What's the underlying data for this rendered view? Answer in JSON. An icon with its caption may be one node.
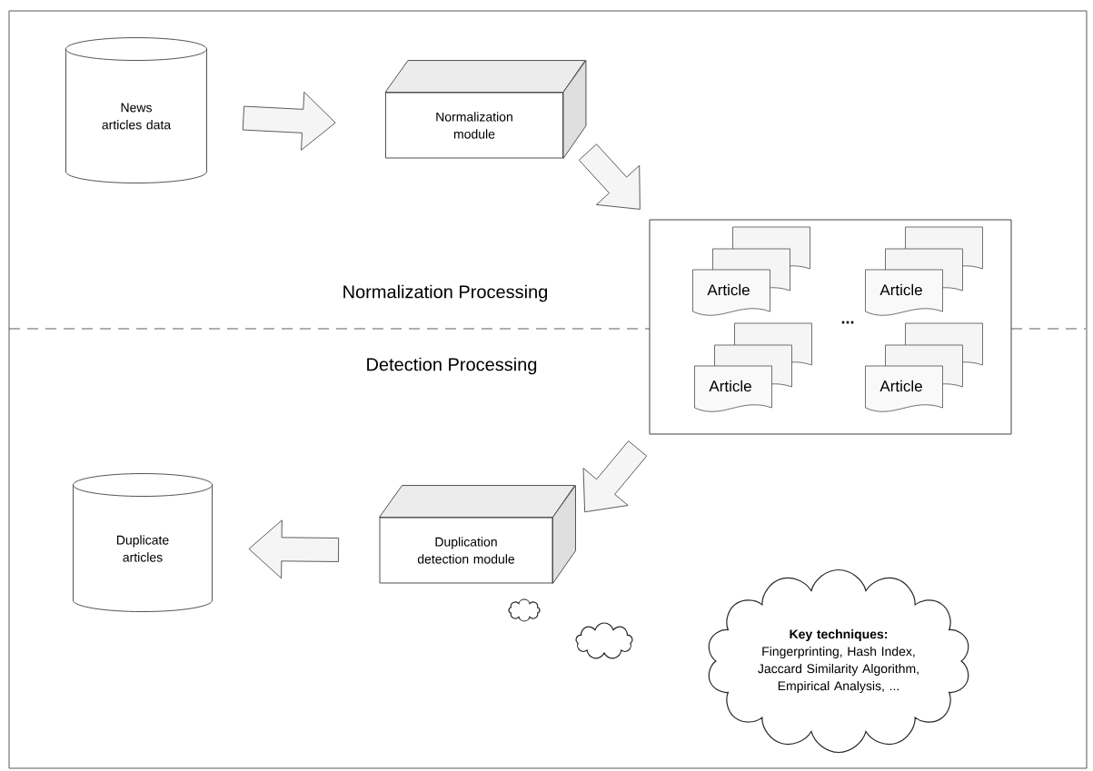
{
  "diagram": {
    "nodes": [
      {
        "text": [
          "News articles data"
        ]
      },
      {
        "text": [
          "Normalization module"
        ]
      },
      {
        "text": [],
        "shape": "box"
      },
      {
        "text": [
          "Article"
        ],
        "in": 2
      },
      {
        "text": [
          "Article"
        ],
        "in": 2
      },
      {
        "text": [
          "Article"
        ],
        "in": 2
      },
      {
        "text": [
          "Article"
        ],
        "in": 2
      },
      {
        "text": [
          "Duplication detection module"
        ]
      },
      {
        "text": [
          "Duplicate articles"
        ]
      },
      {
        "text": [
          "Key techniques:",
          "Fingerprinting, Hash Index, Jaccard Similarity Algorithm, Empirical Analysis, ..."
        ]
      }
    ],
    "edges": [
      {
        "from": 0,
        "to": 1,
        "arrow": "to"
      },
      {
        "from": 1,
        "to": 2,
        "arrow": "to"
      },
      {
        "from": 2,
        "to": 7,
        "arrow": "to"
      },
      {
        "from": 7,
        "to": 8,
        "arrow": "to"
      }
    ],
    "labels": [
      "Normalization Processing",
      "...",
      "Detection Processing"
    ]
  }
}
